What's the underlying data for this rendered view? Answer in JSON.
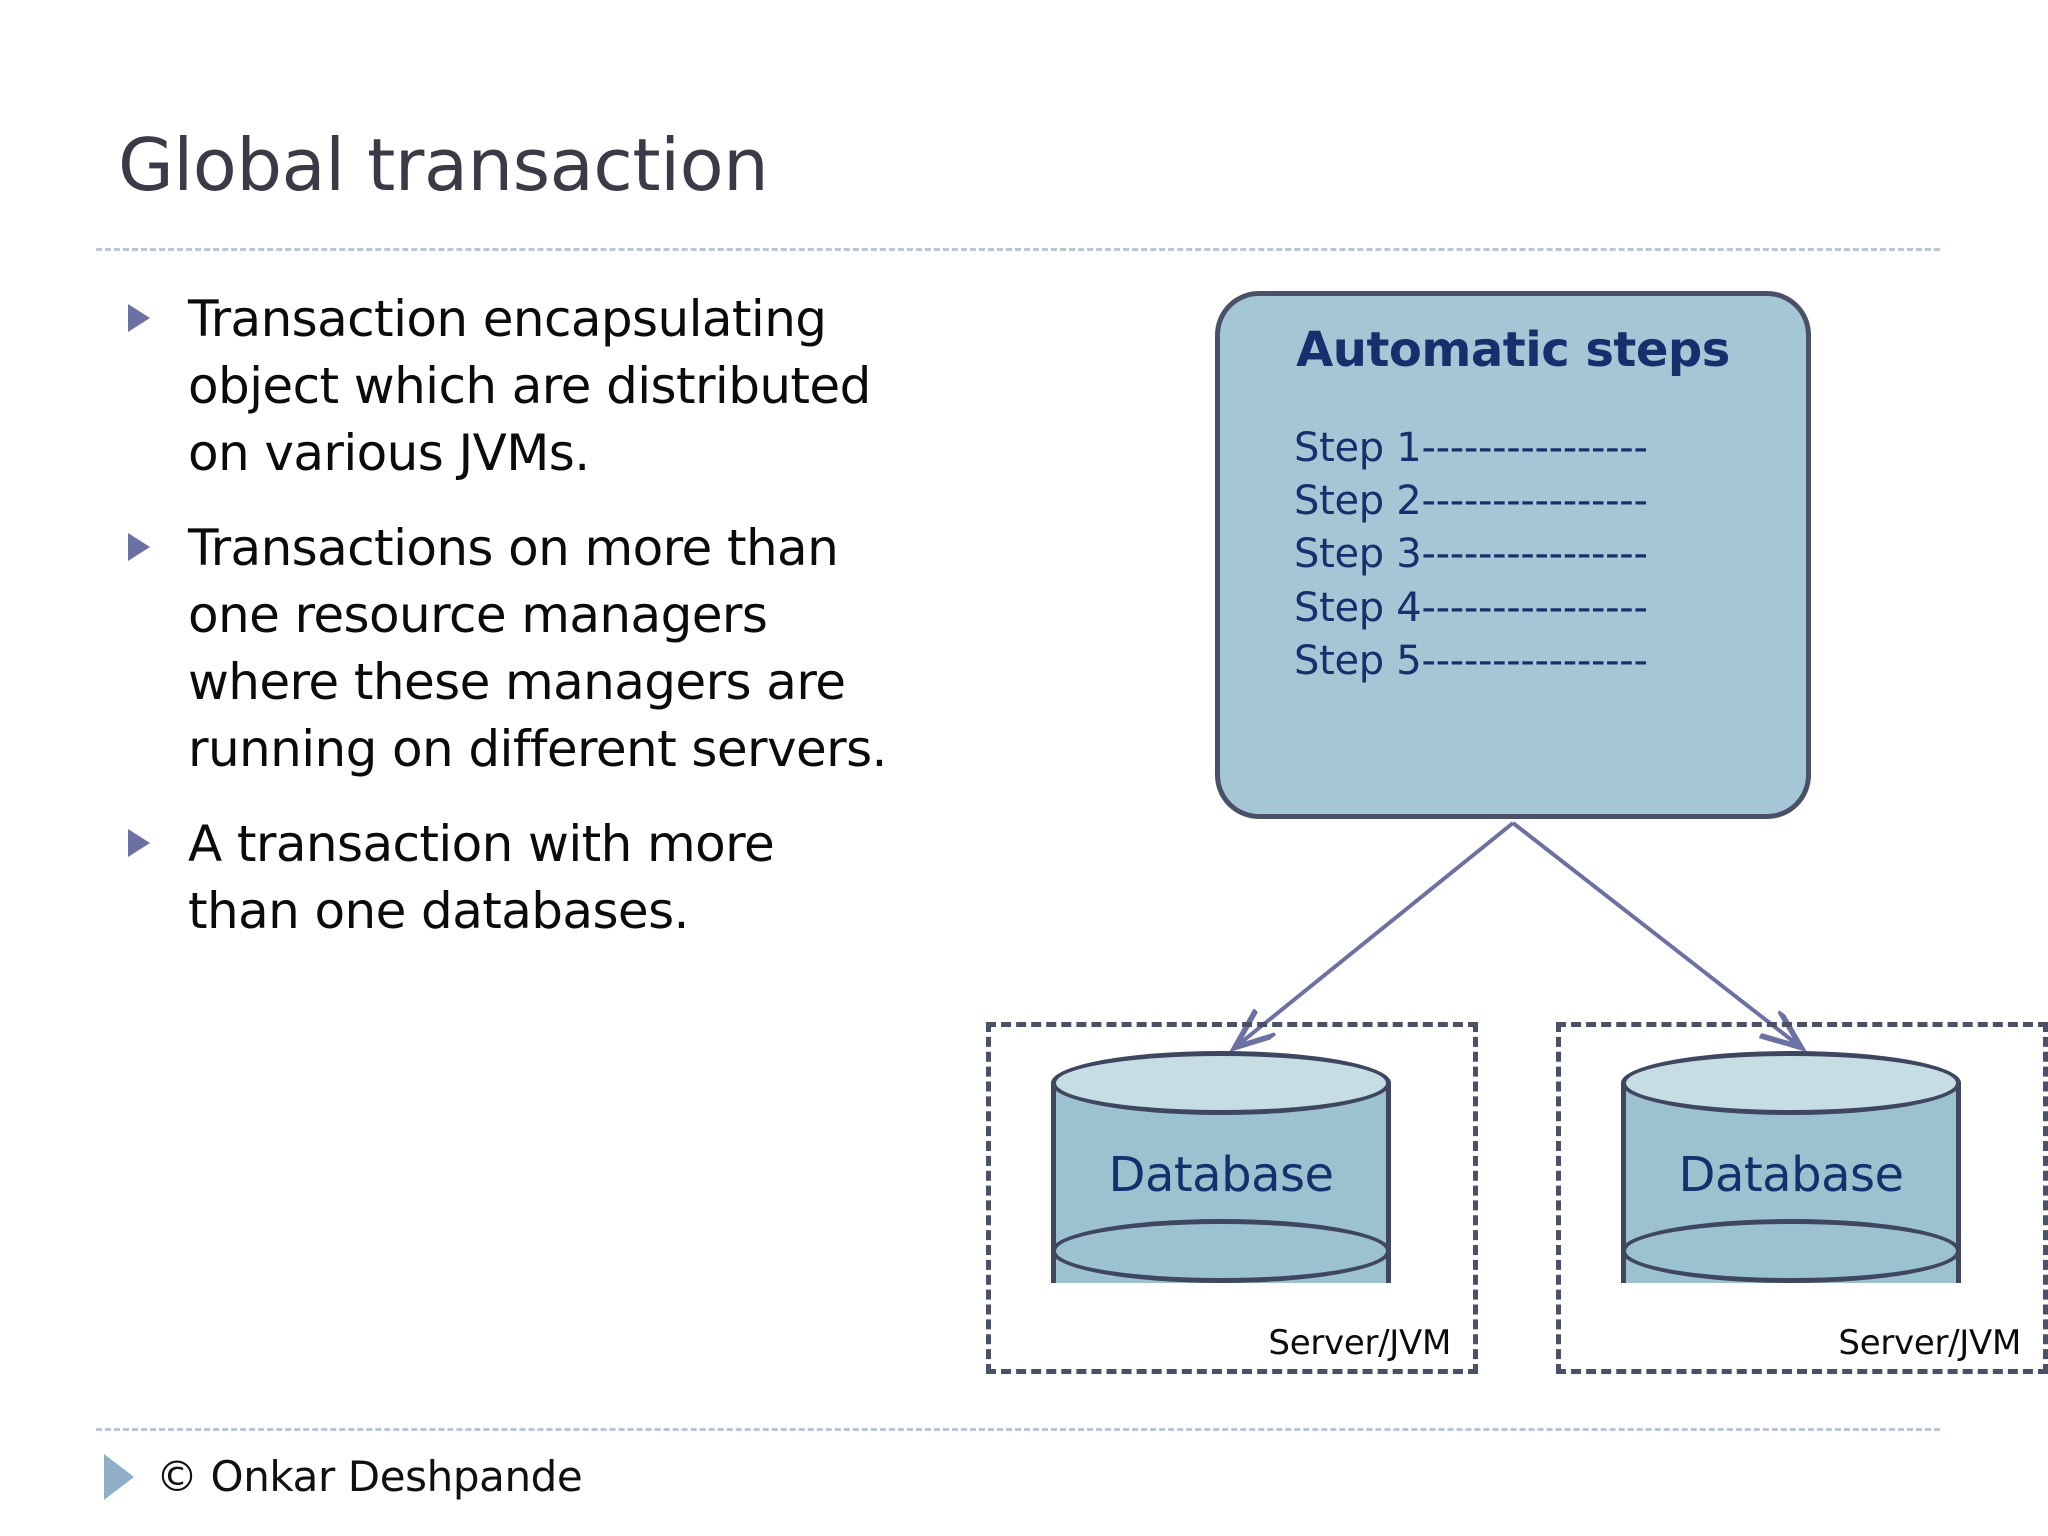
{
  "slide": {
    "title": "Global transaction",
    "footer": "© Onkar Deshpande",
    "bullets": [
      "Transaction encapsulating object which are distributed on various JVMs.",
      "Transactions on more than one resource managers where these managers are running on different servers.",
      "A transaction with more than one databases."
    ]
  },
  "diagram": {
    "steps_box": {
      "title": "Automatic steps",
      "steps": [
        "Step 1----------------",
        "Step 2----------------",
        "Step 3----------------",
        "Step 4----------------",
        "Step 5----------------"
      ]
    },
    "servers": [
      {
        "database_label": "Database",
        "server_label": "Server/JVM"
      },
      {
        "database_label": "Database",
        "server_label": "Server/JVM"
      }
    ]
  },
  "colors": {
    "title_text": "#3b3b47",
    "body_text": "#0b0b0b",
    "bullet_marker": "#6b72a3",
    "footer_marker": "#91aec8",
    "rule": "#b9c6d6",
    "box_fill": "#a5c6d4",
    "box_border": "#4a5068",
    "accent_navy": "#16306e",
    "cylinder_body": "#9dc2cf",
    "cylinder_top": "#c6dde4",
    "connector": "#6b72a3"
  }
}
